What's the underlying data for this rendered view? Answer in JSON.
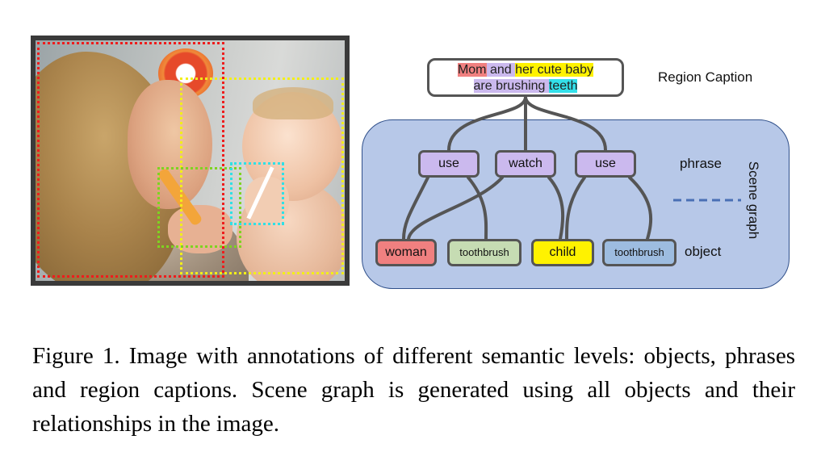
{
  "diagram": {
    "caption_segments": [
      {
        "text": "Mom",
        "highlight": "red"
      },
      {
        "text": " and ",
        "highlight": "purple"
      },
      {
        "text": "her cute baby",
        "highlight": "yellow"
      },
      {
        "text": "are brushing ",
        "highlight": "purple"
      },
      {
        "text": "teeth",
        "highlight": "cyan"
      }
    ],
    "labels": {
      "region_caption": "Region Caption",
      "phrase": "phrase",
      "object": "object",
      "scene_graph": "Scene graph"
    },
    "phrases": [
      "use",
      "watch",
      "use"
    ],
    "objects": [
      "woman",
      "toothbrush",
      "child",
      "toothbrush"
    ]
  },
  "colors": {
    "woman": "#f08080",
    "toothbrush_1": "#c6dcb3",
    "child": "#fff200",
    "toothbrush_2": "#9dbce0",
    "phrase": "#cbb9ee",
    "teeth": "#33e0ea",
    "scene_panel": "#b7c8e8"
  },
  "figure_caption": "Figure 1. Image with annotations of different semantic levels: objects, phrases and region captions. Scene graph is generated using all objects and their relationships in the image."
}
